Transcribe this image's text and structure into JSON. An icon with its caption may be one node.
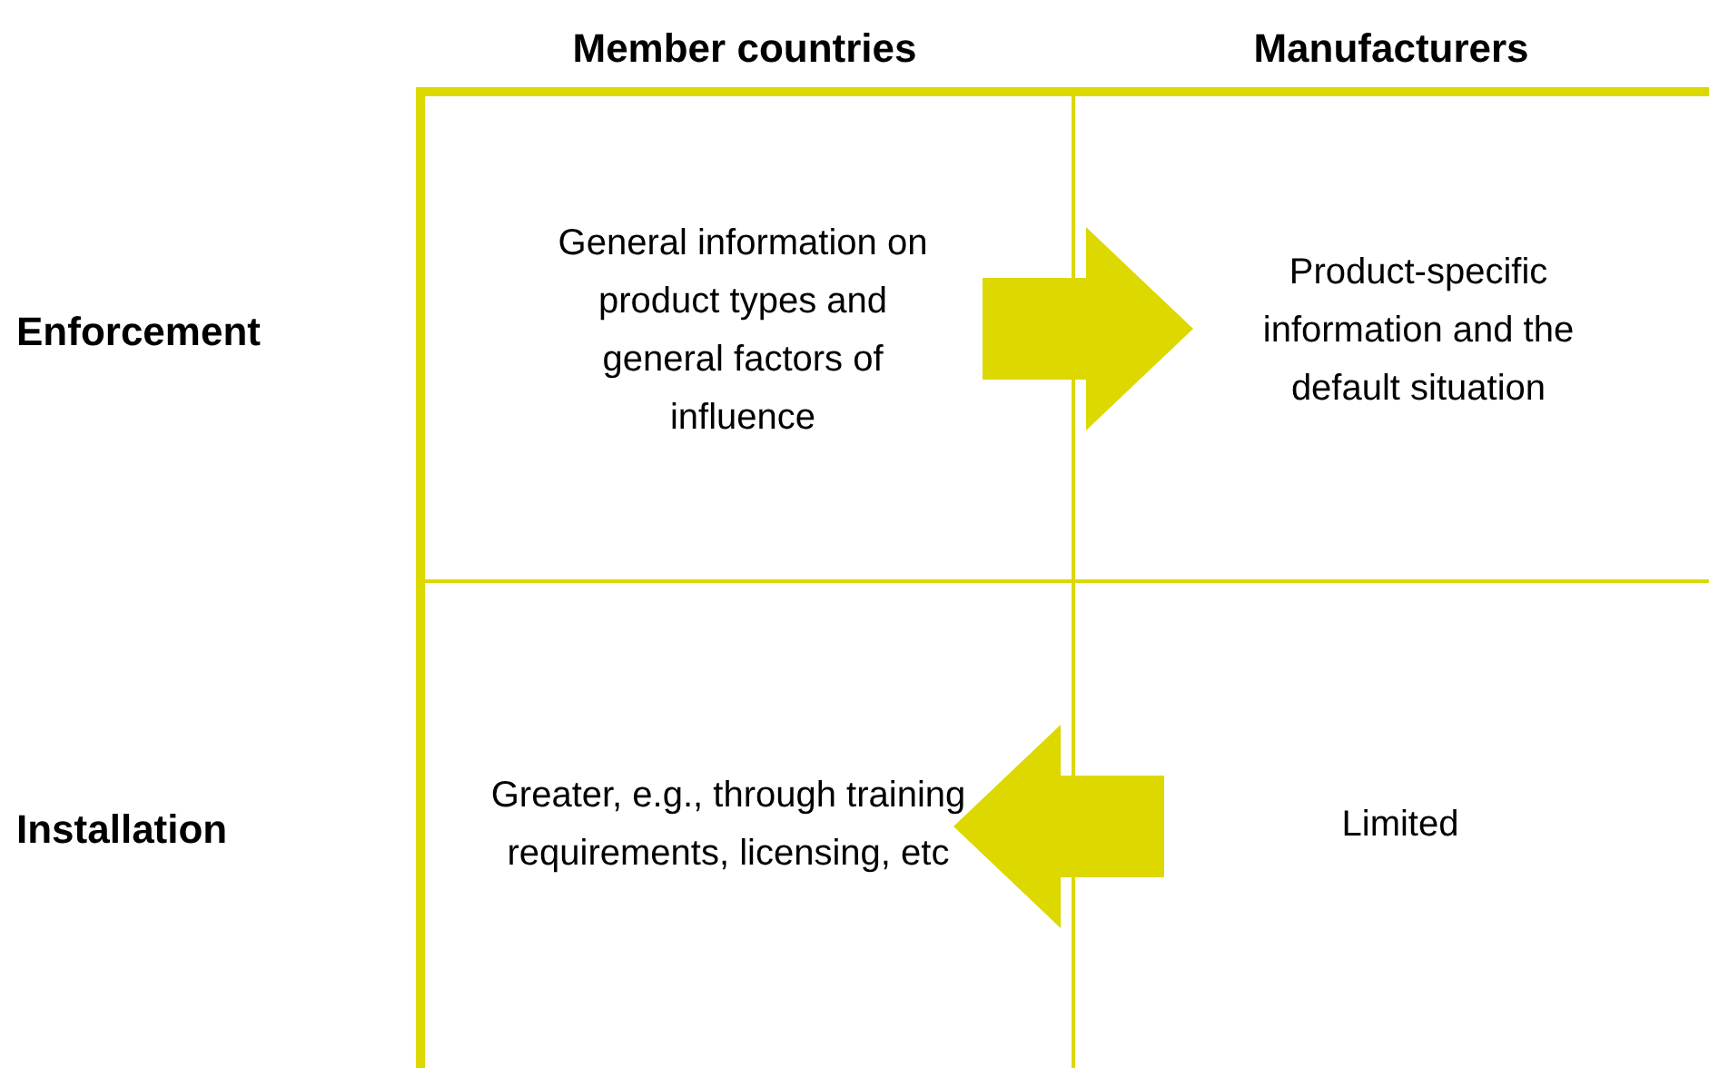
{
  "diagram": {
    "nodes": [
      {
        "text": [
          "General information on product types and general factors of influence"
        ]
      },
      {
        "text": [
          "Product-specific information and the default situation"
        ]
      },
      {
        "text": [
          "Greater, e.g., through training requirements, licensing, etc"
        ]
      },
      {
        "text": [
          "Limited"
        ]
      }
    ],
    "edges": [
      {
        "from": 0,
        "to": 1,
        "arrow": "to",
        "style": "thick"
      },
      {
        "from": 3,
        "to": 2,
        "arrow": "to",
        "style": "thick"
      }
    ],
    "labels": [
      "Member countries",
      "Manufacturers",
      "Enforcement",
      "Installation"
    ]
  }
}
